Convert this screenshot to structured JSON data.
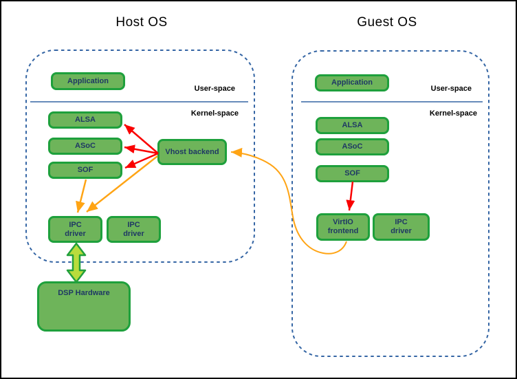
{
  "host": {
    "title": "Host OS",
    "user_space_label": "User-space",
    "kernel_space_label": "Kernel-space",
    "nodes": {
      "application": "Application",
      "alsa": "ALSA",
      "asoc": "ASoC",
      "sof": "SOF",
      "vhost_backend": "Vhost backend",
      "ipc_driver_1": "IPC\ndriver",
      "ipc_driver_2": "IPC\ndriver"
    }
  },
  "guest": {
    "title": "Guest OS",
    "user_space_label": "User-space",
    "kernel_space_label": "Kernel-space",
    "nodes": {
      "application": "Application",
      "alsa": "ALSA",
      "asoc": "ASoC",
      "sof": "SOF",
      "virtio_frontend": "VirtIO\nfrontend",
      "ipc_driver": "IPC\ndriver"
    }
  },
  "hardware": {
    "dsp": "DSP Hardware"
  },
  "colors": {
    "box_fill": "#6EB45A",
    "box_border": "#1EA03C",
    "box_text": "#1F3864",
    "container_border": "#3465A4",
    "divider_line": "#3465A4",
    "red_arrow": "#FA0000",
    "orange_arrow": "#FFA414",
    "hw_arrow_fill": "#B9DC3C",
    "hw_arrow_border": "#22A03C",
    "title_text": "#000000"
  },
  "edges": [
    {
      "from": "host-vhost-backend",
      "to": "host-alsa",
      "color": "red"
    },
    {
      "from": "host-vhost-backend",
      "to": "host-asoc",
      "color": "red"
    },
    {
      "from": "host-vhost-backend",
      "to": "host-sof",
      "color": "red"
    },
    {
      "from": "host-vhost-backend",
      "to": "host-ipc-driver-1",
      "color": "orange"
    },
    {
      "from": "host-sof",
      "to": "host-ipc-driver-1",
      "color": "orange"
    },
    {
      "from": "guest-sof",
      "to": "guest-virtio-frontend",
      "color": "red"
    },
    {
      "from": "guest-virtio-frontend",
      "to": "host-vhost-backend",
      "color": "orange"
    },
    {
      "from": "host-ipc-driver-1",
      "to": "dsp-hardware",
      "color": "green",
      "bidirectional": true
    }
  ]
}
